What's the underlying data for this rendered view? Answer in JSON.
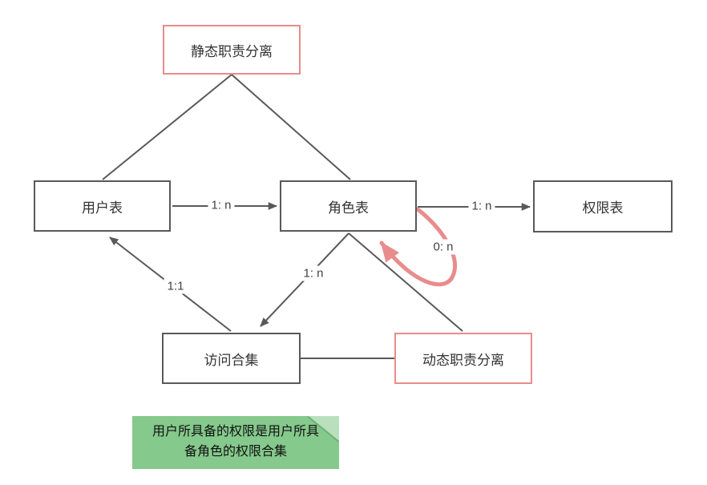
{
  "diagram": {
    "nodes": {
      "static_sod": {
        "label": "静态职责分离"
      },
      "user_table": {
        "label": "用户表"
      },
      "role_table": {
        "label": "角色表"
      },
      "perm_table": {
        "label": "权限表"
      },
      "access_set": {
        "label": "访问合集"
      },
      "dynamic_sod": {
        "label": "动态职责分离"
      }
    },
    "edge_labels": {
      "user_to_role": "1: n",
      "role_to_perm": "1: n",
      "role_self": "0: n",
      "role_to_access": "1: n",
      "access_to_user": "1:1"
    },
    "note": {
      "line1": "用户所具备的权限是用户所具",
      "line2": "备角色的权限合集"
    },
    "colors": {
      "line_gray": "#595959",
      "accent_pink": "#E98C8C",
      "note_green": "#85C98C",
      "note_fold": "#B9E0BC",
      "background": "#FFFFFF"
    }
  }
}
